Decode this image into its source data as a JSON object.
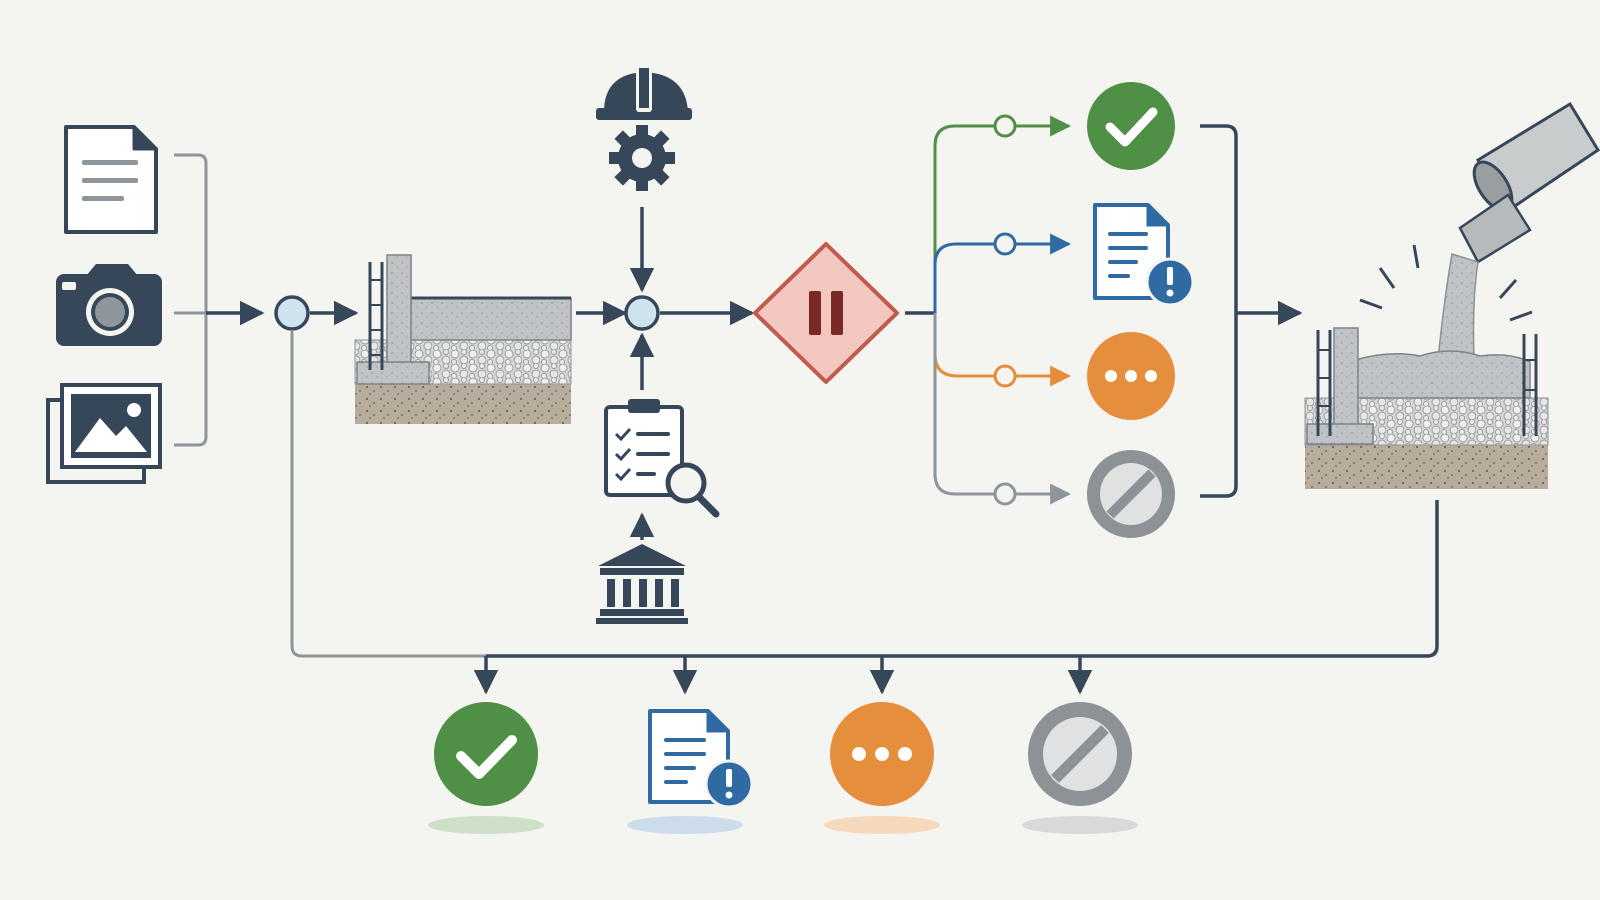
{
  "colors": {
    "background": "#f4f4f1",
    "ink": "#37475a",
    "line_gray": "#8e969c",
    "green": "#4f8f46",
    "blue": "#2f6aa3",
    "orange": "#e58f3c",
    "gray_status": "#8d9296",
    "hold_fill": "#f2c8c0",
    "hold_stroke": "#c25a4e",
    "hold_bars": "#7a2a26",
    "node_fill": "#cfe3ef",
    "concrete": "#b9bdbf",
    "gravel": "#dcdcdc",
    "soil": "#b3a796"
  },
  "nodes": {
    "inputs": [
      "document-icon",
      "camera-icon",
      "photos-icon"
    ],
    "subgrade_section": "foundation-subgrade-icon",
    "inspector": [
      "hard-hat-icon",
      "gear-icon"
    ],
    "checklist": "checklist-inspection-icon",
    "authority": "government-building-icon",
    "hold_point": "pause-diamond-icon",
    "outcomes": [
      {
        "name": "approved",
        "icon": "check-circle-icon",
        "color": "#4f8f46"
      },
      {
        "name": "approved-with-comments",
        "icon": "document-alert-icon",
        "color": "#2f6aa3"
      },
      {
        "name": "pending",
        "icon": "ellipsis-circle-icon",
        "color": "#e58f3c"
      },
      {
        "name": "rejected",
        "icon": "prohibited-icon",
        "color": "#8d9296"
      }
    ],
    "pour": "concrete-pour-icon"
  }
}
